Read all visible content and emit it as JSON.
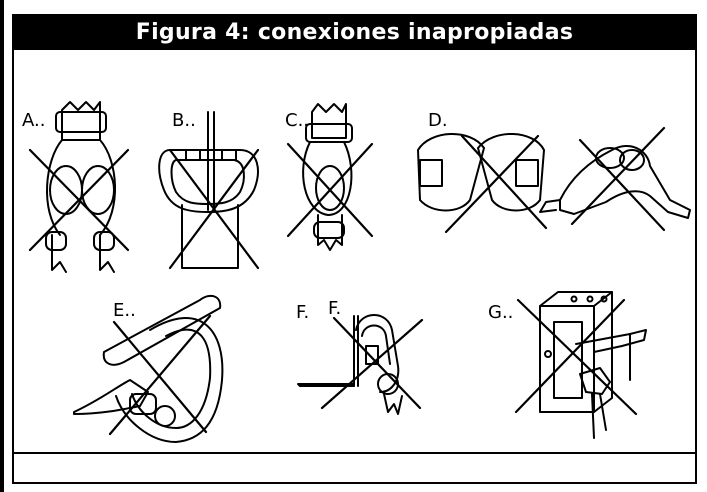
{
  "figure": {
    "title": "Figura 4: conexiones inapropiadas"
  },
  "panels": {
    "a": "A..",
    "b": "B..",
    "c": "C..",
    "d": "D.",
    "e": "E..",
    "f1": "F.",
    "f2": "F.",
    "g": "G.."
  }
}
